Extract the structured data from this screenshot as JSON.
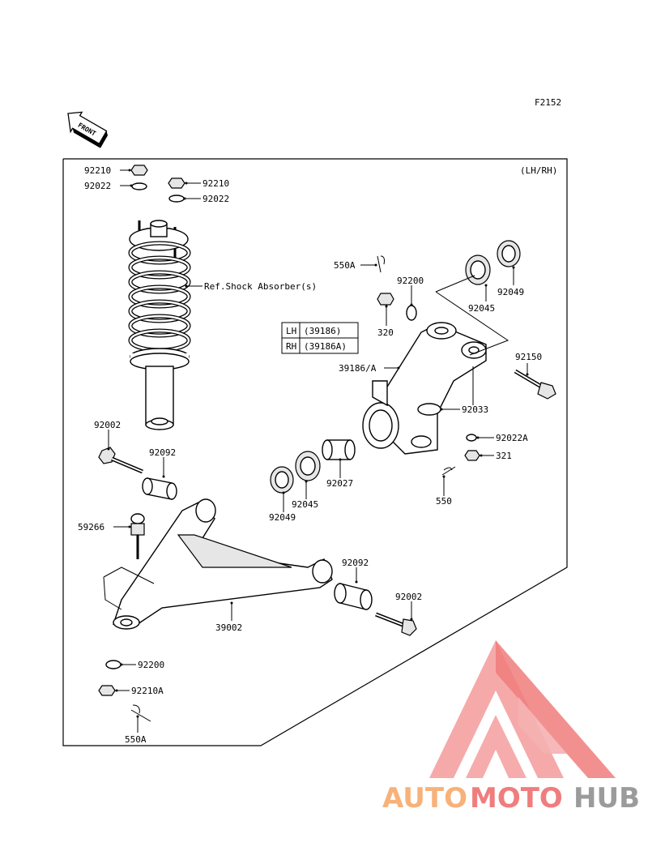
{
  "header": {
    "figure_code": "F2152",
    "front_label": "FRONT",
    "side_label": "(LH/RH)"
  },
  "variant_table": {
    "rows": [
      {
        "side": "LH",
        "part": "(39186)"
      },
      {
        "side": "RH",
        "part": "(39186A)"
      }
    ]
  },
  "callouts": {
    "c92210_a": "92210",
    "c92022_a": "92022",
    "c92210_b": "92210",
    "c92022_b": "92022",
    "ref_shock": "Ref.Shock Absorber(s)",
    "c550A_top": "550A",
    "c92200_top": "92200",
    "c320": "320",
    "c92045_top": "92045",
    "c92049_top": "92049",
    "c92150": "92150",
    "c39186": "39186/A",
    "c92033": "92033",
    "c92022A": "92022A",
    "c321": "321",
    "c550": "550",
    "c92027": "92027",
    "c92045_mid": "92045",
    "c92049_mid": "92049",
    "c92002_top": "92002",
    "c92092_top": "92092",
    "c59266": "59266",
    "c39002": "39002",
    "c92092_bot": "92092",
    "c92002_bot": "92002",
    "c92200_bot": "92200",
    "c92210A": "92210A",
    "c550A_bot": "550A"
  },
  "watermark": {
    "brand_part1": "AUTO",
    "brand_part2": "MOTO",
    "brand_part3": "HUB",
    "color_orange": "#f7b27a",
    "color_red": "#f07d7d",
    "color_gray": "#9b9b9b"
  }
}
